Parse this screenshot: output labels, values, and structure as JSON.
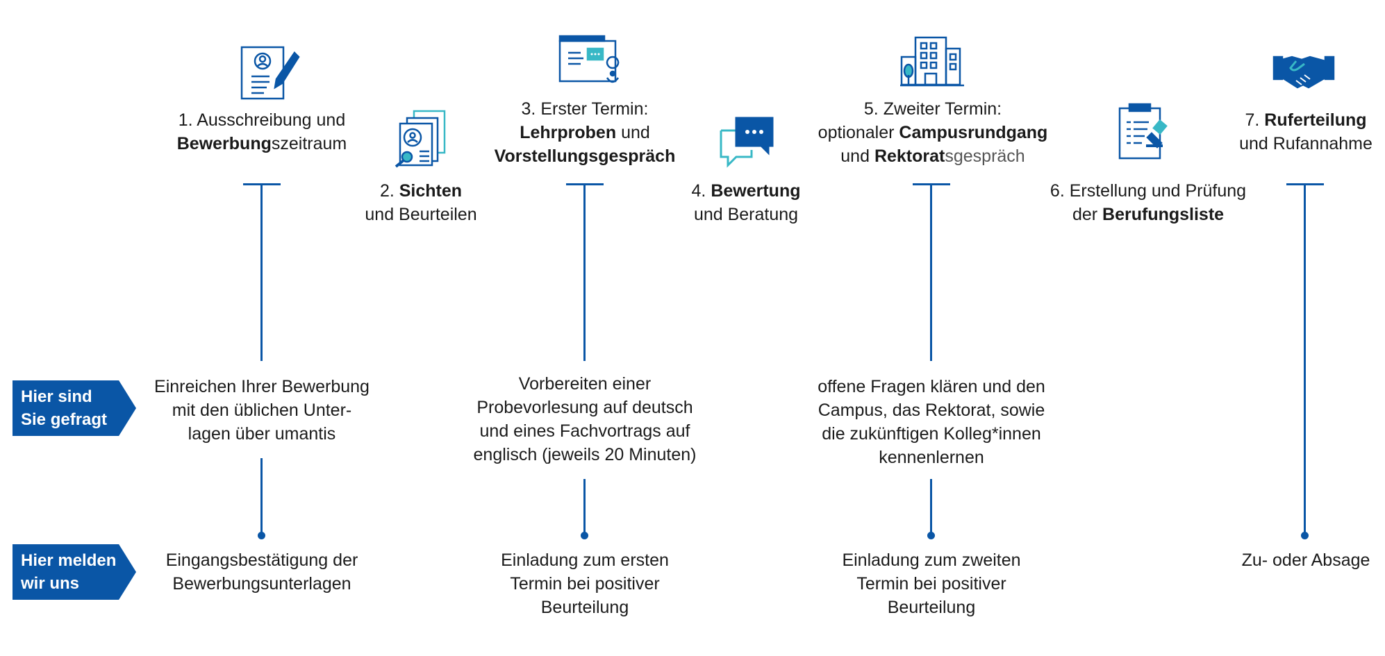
{
  "colors": {
    "primary": "#0a56a6",
    "accent": "#38b8c6"
  },
  "steps": [
    {
      "number": "1.",
      "pre": "Ausschreibung und",
      "bold": "Bewerbung",
      "post": "szeitraum",
      "icon": "application-document-pencil-icon"
    },
    {
      "number": "2.",
      "bold": "Sichten",
      "post": "und Beurteilen",
      "icon": "document-review-magnifier-icon"
    },
    {
      "number": "3.",
      "pre": "Erster Termin:",
      "bold1": "Lehrproben",
      "mid": "und",
      "bold2": "Vorstellungsgespräch",
      "icon": "presentation-board-icon"
    },
    {
      "number": "4.",
      "bold": "Bewertung",
      "post": "und Beratung",
      "icon": "chat-bubbles-icon"
    },
    {
      "number": "5.",
      "pre": "Zweiter Termin:",
      "line2_pre": "optionaler",
      "bold1": "Campusrundgang",
      "line3_pre": "und",
      "bold2": "Rektorat",
      "line3_post": "sgespräch",
      "icon": "campus-building-icon"
    },
    {
      "number": "6.",
      "pre": "Erstellung und Prüfung",
      "line2_pre": "der",
      "bold": "Berufungsliste",
      "icon": "clipboard-checklist-stamp-icon"
    },
    {
      "number": "7.",
      "bold": "Ruferteilung",
      "post": "und Rufannahme",
      "icon": "handshake-icon"
    }
  ],
  "rows": {
    "you_label_1": "Hier sind",
    "you_label_2": "Sie gefragt",
    "we_label_1": "Hier melden",
    "we_label_2": "wir uns"
  },
  "you_tasks": [
    [
      "Einreichen Ihrer Bewerbung",
      "mit den üblichen Unter-",
      "lagen über umantis"
    ],
    [
      "Vorbereiten einer",
      "Probevorlesung auf deutsch",
      "und eines Fachvortrags auf",
      "englisch (jeweils 20 Minuten)"
    ],
    [
      "offene Fragen klären und den",
      "Campus, das Rektorat, sowie",
      "die zukünftigen Kolleg*innen",
      "kennenlernen"
    ]
  ],
  "we_responses": [
    [
      "Eingangsbestätigung der",
      "Bewerbungsunterlagen"
    ],
    [
      "Einladung zum ersten",
      "Termin bei positiver",
      "Beurteilung"
    ],
    [
      "Einladung zum zweiten",
      "Termin bei positiver",
      "Beurteilung"
    ],
    [
      "Zu- oder Absage"
    ]
  ]
}
